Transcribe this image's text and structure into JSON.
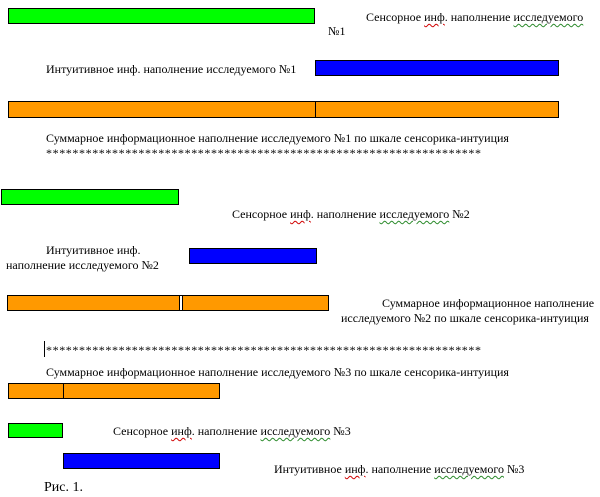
{
  "figure": {
    "caption": "Рис. 1.",
    "stars": "******************************************************************"
  },
  "subject1": {
    "sensory_label_a": "Сенсорное ",
    "sensory_label_inf": "инф",
    "sensory_label_b": ". наполнение ",
    "sensory_label_c": "исследуемого",
    "sensory_label_num": "№1",
    "intuitive_label": "Интуитивное инф. наполнение исследуемого №1",
    "sum_label": "Суммарное информационное наполнение исследуемого №1 по шкале сенсорика-интуиция"
  },
  "subject2": {
    "sensory_a": "Сенсорное ",
    "sensory_inf": "инф",
    "sensory_b": ". наполнение ",
    "sensory_c": "исследуемого",
    "sensory_num": " №2",
    "intuitive_line1": "Интуитивное инф.",
    "intuitive_line2": "наполнение исследуемого №2",
    "sum_line1": "Суммарное информационное наполнение",
    "sum_line2": "исследуемого №2 по шкале сенсорика-интуиция"
  },
  "subject3": {
    "sum_label": "Суммарное информационное наполнение исследуемого №3 по шкале сенсорика-интуиция",
    "sensory_a": "Сенсорное ",
    "sensory_inf": "инф",
    "sensory_b": ". наполнение ",
    "sensory_c": "исследуемого",
    "sensory_num": " №3",
    "intuitive_a": "Интуитивное ",
    "intuitive_inf": "инф",
    "intuitive_b": ". наполнение ",
    "intuitive_c": "исследуемого",
    "intuitive_num": " №3"
  },
  "colors": {
    "sensory": "#00ff00",
    "intuitive": "#0000ff",
    "sum": "#ff9900"
  }
}
